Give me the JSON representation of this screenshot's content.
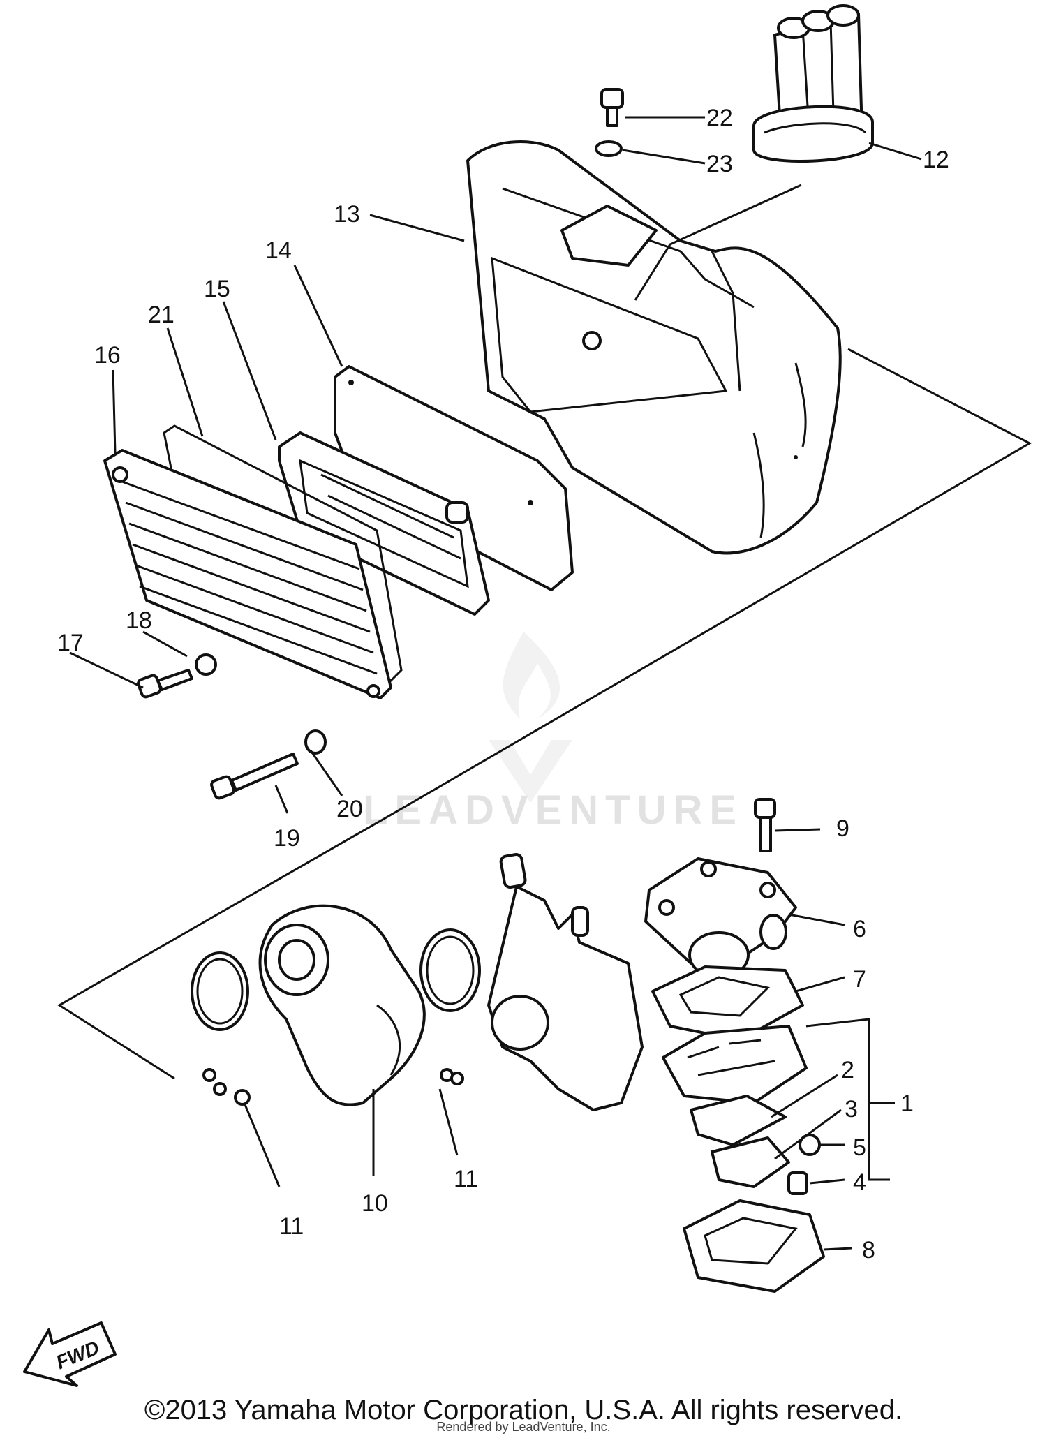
{
  "callouts": {
    "p1": "1",
    "p2": "2",
    "p3": "3",
    "p4": "4",
    "p5": "5",
    "p6": "6",
    "p7": "7",
    "p8": "8",
    "p9": "9",
    "p10": "10",
    "p11a": "11",
    "p11b": "11",
    "p12": "12",
    "p13": "13",
    "p14": "14",
    "p15": "15",
    "p16": "16",
    "p17": "17",
    "p18": "18",
    "p19": "19",
    "p20": "20",
    "p21": "21",
    "p22": "22",
    "p23": "23"
  },
  "direction_marker": "FWD",
  "watermark": "LEADVENTURE",
  "copyright": "©2013 Yamaha Motor Corporation, U.S.A. All rights reserved.",
  "rendered_by": "Rendered by LeadVenture, Inc."
}
